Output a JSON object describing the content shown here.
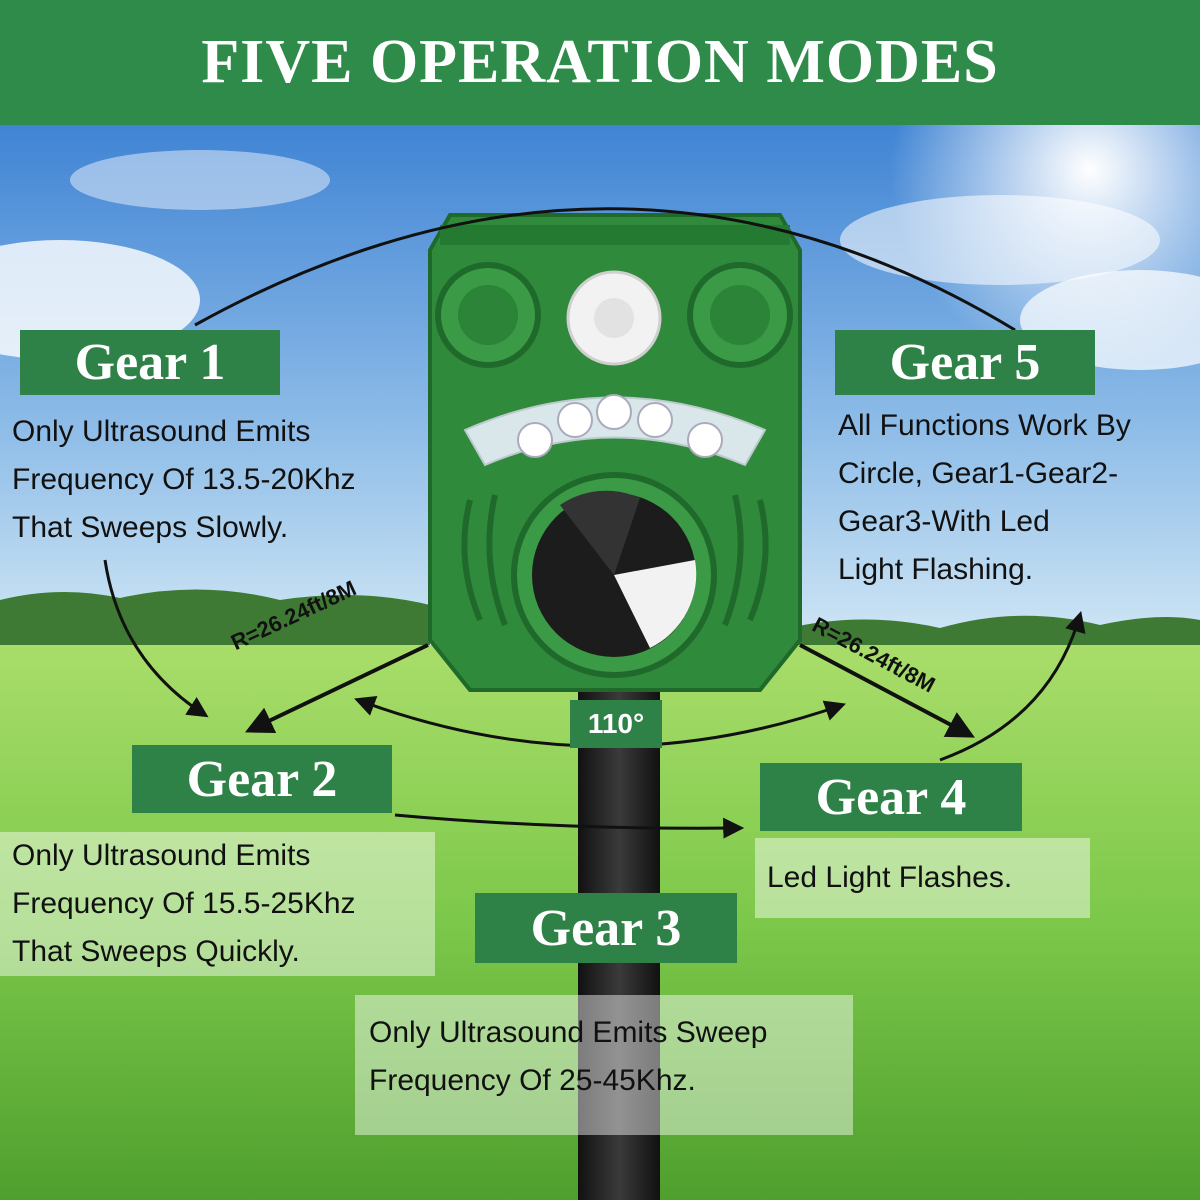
{
  "banner": {
    "title": "FIVE OPERATION MODES"
  },
  "gears": [
    {
      "label": "Gear 1",
      "lines": [
        "Only Ultrasound Emits",
        "Frequency Of 13.5-20Khz",
        "That Sweeps Slowly."
      ]
    },
    {
      "label": "Gear 2",
      "lines": [
        "Only Ultrasound Emits",
        "Frequency Of 15.5-25Khz",
        "That Sweeps Quickly."
      ]
    },
    {
      "label": "Gear 3",
      "lines": [
        "Only Ultrasound Emits Sweep",
        "Frequency Of 25-45Khz."
      ]
    },
    {
      "label": "Gear 4",
      "lines": [
        "Led Light Flashes."
      ]
    },
    {
      "label": "Gear 5",
      "lines": [
        "All Functions Work By",
        "Circle, Gear1-Gear2-",
        "Gear3-With Led",
        "Light Flashing."
      ]
    }
  ],
  "range": {
    "left": "R=26.24ft/8M",
    "right": "R=26.24ft/8M"
  },
  "angle": "110°",
  "colors": {
    "banner": "#2e8b4a",
    "label": "#2e8147",
    "device": "#2f8a3c",
    "sky": "#6fa8e0",
    "grass": "#7cc84a"
  }
}
